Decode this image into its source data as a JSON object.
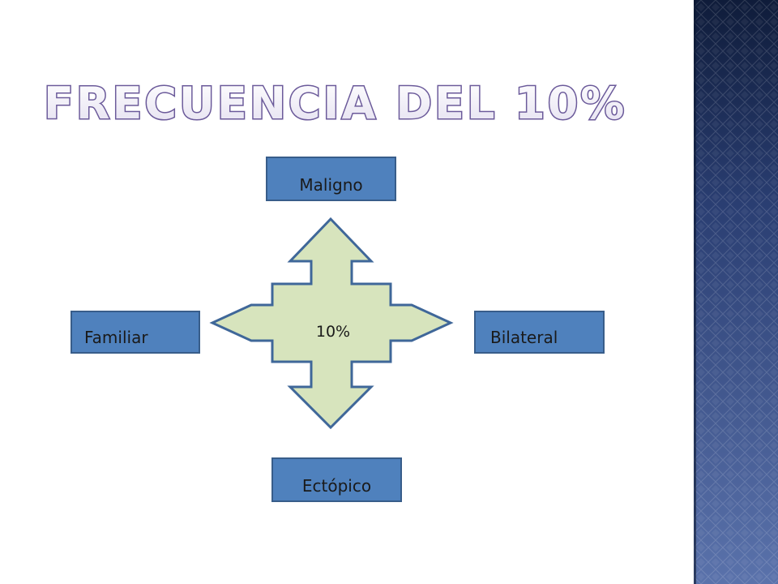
{
  "slide": {
    "title": "FRECUENCIA DEL 10%",
    "center_label": "10%",
    "boxes": {
      "top": "Maligno",
      "left": "Familiar",
      "right": "Bilateral",
      "bottom": "Ectópico"
    }
  },
  "colors": {
    "box_fill": "#4f81bd",
    "box_border": "#385d8a",
    "arrow_fill": "#d7e4bd",
    "arrow_border": "#3f6799",
    "title_fill": "#ffffff",
    "title_outline": "#6b5a9a",
    "band_base": "#2b3f72",
    "band_dark": "#14213f"
  }
}
